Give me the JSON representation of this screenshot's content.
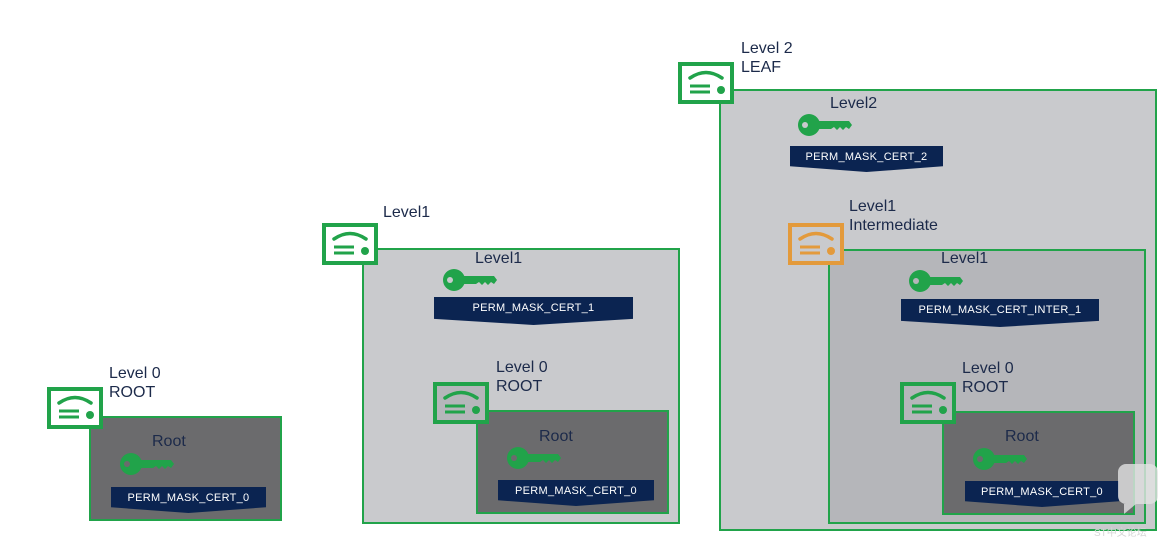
{
  "colors": {
    "cert_green": "#21a34a",
    "cert_orange": "#e39a3b",
    "key_green": "#21a34a",
    "banner_navy": "#0b2451",
    "text_navy": "#1c2a4a"
  },
  "chain0": {
    "cert_label_line1": "Level 0",
    "cert_label_line2": "ROOT",
    "key_label": "Root",
    "banner": "PERM_MASK_CERT_0"
  },
  "chain1": {
    "cert_label": "Level1",
    "key_label": "Level1",
    "banner": "PERM_MASK_CERT_1",
    "inner": {
      "cert_label_line1": "Level 0",
      "cert_label_line2": "ROOT",
      "key_label": "Root",
      "banner": "PERM_MASK_CERT_0"
    }
  },
  "chain2": {
    "cert_label_line1": "Level 2",
    "cert_label_line2": "LEAF",
    "key_label": "Level2",
    "banner": "PERM_MASK_CERT_2",
    "intermediate": {
      "cert_label_line1": "Level1",
      "cert_label_line2": "Intermediate",
      "key_label": "Level1",
      "banner": "PERM_MASK_CERT_INTER_1",
      "inner": {
        "cert_label_line1": "Level 0",
        "cert_label_line2": "ROOT",
        "key_label": "Root",
        "banner": "PERM_MASK_CERT_0"
      }
    }
  },
  "watermark": {
    "text": "ST中文论坛"
  }
}
